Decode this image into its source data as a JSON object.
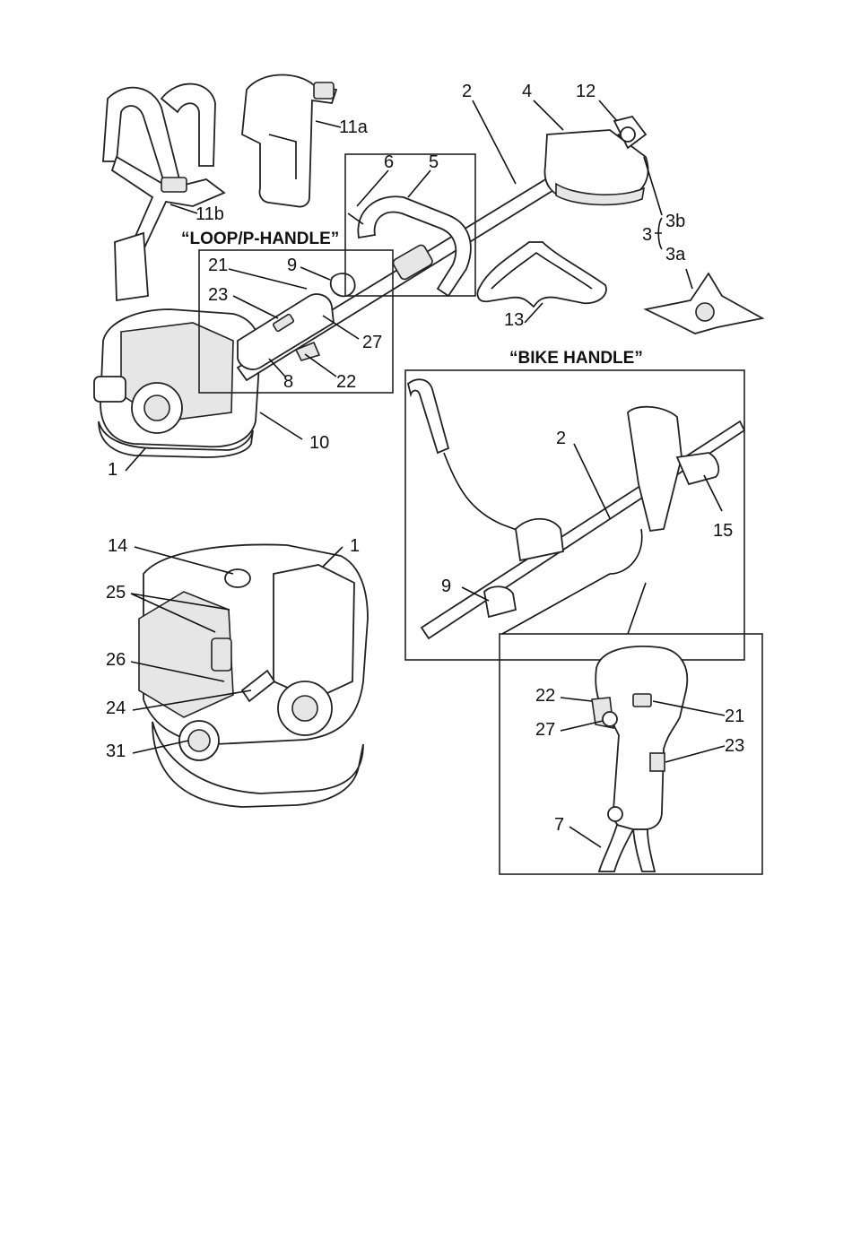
{
  "headings": {
    "loop_handle": "“LOOP/P-HANDLE”",
    "bike_handle": "“BIKE HANDLE”"
  },
  "labels": {
    "l1_main": "1",
    "l2_main": "2",
    "l4": "4",
    "l12": "12",
    "l6": "6",
    "l5": "5",
    "l11a": "11a",
    "l11b": "11b",
    "l3": "3",
    "l3b": "3b",
    "l3a": "3a",
    "l21_loop": "21",
    "l9_loop": "9",
    "l23_loop": "23",
    "l27_loop": "27",
    "l8": "8",
    "l22_loop": "22",
    "l13": "13",
    "l10": "10",
    "l1_bottom": "1",
    "l14": "14",
    "l25": "25",
    "l26": "26",
    "l24": "24",
    "l31": "31",
    "l2_bike": "2",
    "l15": "15",
    "l9_bike": "9",
    "l22_bike": "22",
    "l21_bike": "21",
    "l27_bike": "27",
    "l23_bike": "23",
    "l7": "7"
  }
}
